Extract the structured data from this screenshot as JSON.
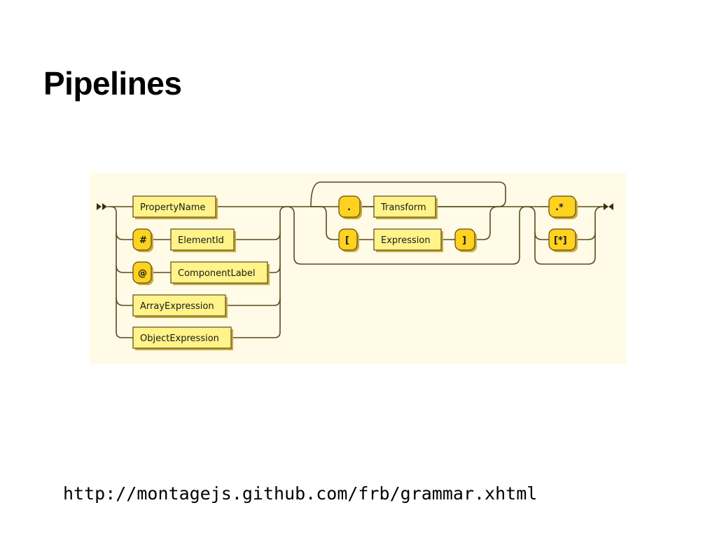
{
  "title": "Pipelines",
  "diagram": {
    "nonterminals": {
      "property_name": "PropertyName",
      "element_id": "ElementId",
      "component_label": "ComponentLabel",
      "array_expression": "ArrayExpression",
      "object_expression": "ObjectExpression",
      "transform": "Transform",
      "expression": "Expression"
    },
    "terminals": {
      "hash": "#",
      "at": "@",
      "dot": ".",
      "open_bracket": "[",
      "close_bracket": "]",
      "dot_star": ".*",
      "bracket_star": "[*]"
    },
    "colors": {
      "background": "#fffbe6",
      "box_fill": "#fff38a",
      "box_stroke": "#5a4a1f",
      "shadow": "#c9ab3a",
      "token_fill": "#ffd21f"
    }
  },
  "footer": {
    "url": "http://montagejs.github.com/frb/grammar.xhtml"
  }
}
